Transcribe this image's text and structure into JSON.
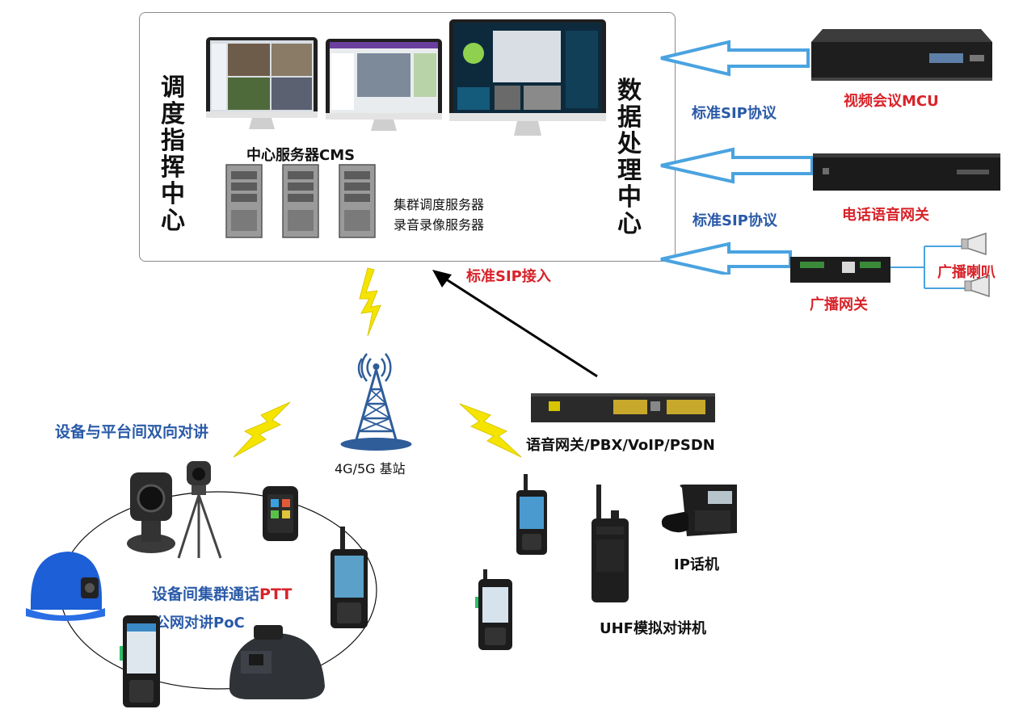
{
  "center": {
    "left_title": "调度指挥中心",
    "right_title": "数据处理中心",
    "cms_label": "中心服务器CMS",
    "server_line1": "集群调度服务器",
    "server_line2": "录音录像服务器"
  },
  "right_devices": {
    "mcu_label": "视频会议MCU",
    "phone_gw_label": "电话语音网关",
    "broadcast_gw_label": "广播网关",
    "speaker_label": "广播喇叭",
    "sip1": "标准SIP协议",
    "sip2": "标准SIP协议"
  },
  "middle": {
    "sip_access": "标准SIP接入",
    "base_station": "4G/5G 基站",
    "voice_gw": "语音网关/PBX/VoIP/PSDN"
  },
  "left_group": {
    "two_way": "设备与平台间双向对讲",
    "ptt_prefix": "设备间集群通话",
    "ptt_suffix": "PTT",
    "poc": "公网对讲PoC"
  },
  "right_group": {
    "ip_phone": "IP话机",
    "uhf": "UHF模拟对讲机"
  },
  "colors": {
    "arrow_blue": "#4aa3e0",
    "label_blue": "#2a5aa8",
    "label_red": "#d8232a",
    "lightning": "#f5e400",
    "tower": "#2f5d9a"
  }
}
